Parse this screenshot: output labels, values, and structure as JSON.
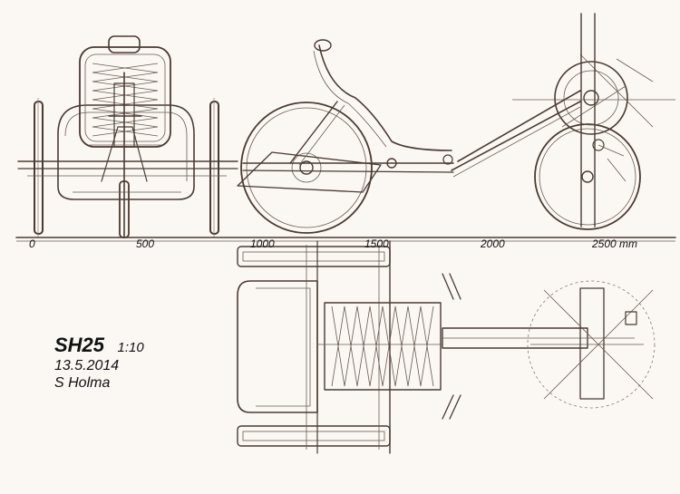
{
  "drawing": {
    "name": "SH25",
    "scale": "1:10",
    "date": "13.5.2014",
    "author": "S Holma"
  },
  "scale_bar": {
    "labels": [
      "0",
      "500",
      "1000",
      "1500",
      "2000",
      "2500 mm"
    ]
  },
  "colors": {
    "paper": "#fbf8f4",
    "ink": "#4a3a32",
    "text": "#111111"
  }
}
